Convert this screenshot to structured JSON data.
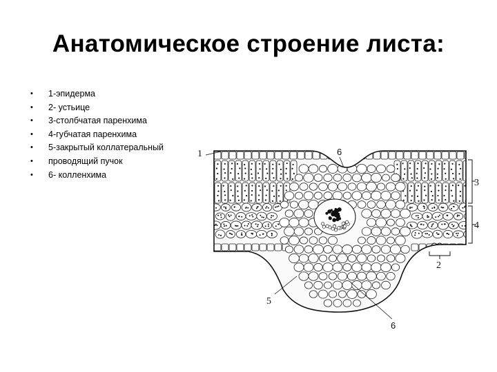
{
  "title": "Анатомическое строение листа:",
  "legend": [
    "1-эпидерма",
    "2-  устьице",
    "3-столбчатая паренхима",
    "4-губчатая паренхима",
    "5-закрытый коллатеральный",
    "проводящий пучок",
    "6- колленхима"
  ],
  "bullet_glyph": "•",
  "diagram": {
    "labels": {
      "epidermis": "1",
      "stoma": "2",
      "palisade": "3",
      "spongy": "4",
      "bundle": "5",
      "collenchyma_top": "6",
      "collenchyma_bottom": "6"
    }
  }
}
